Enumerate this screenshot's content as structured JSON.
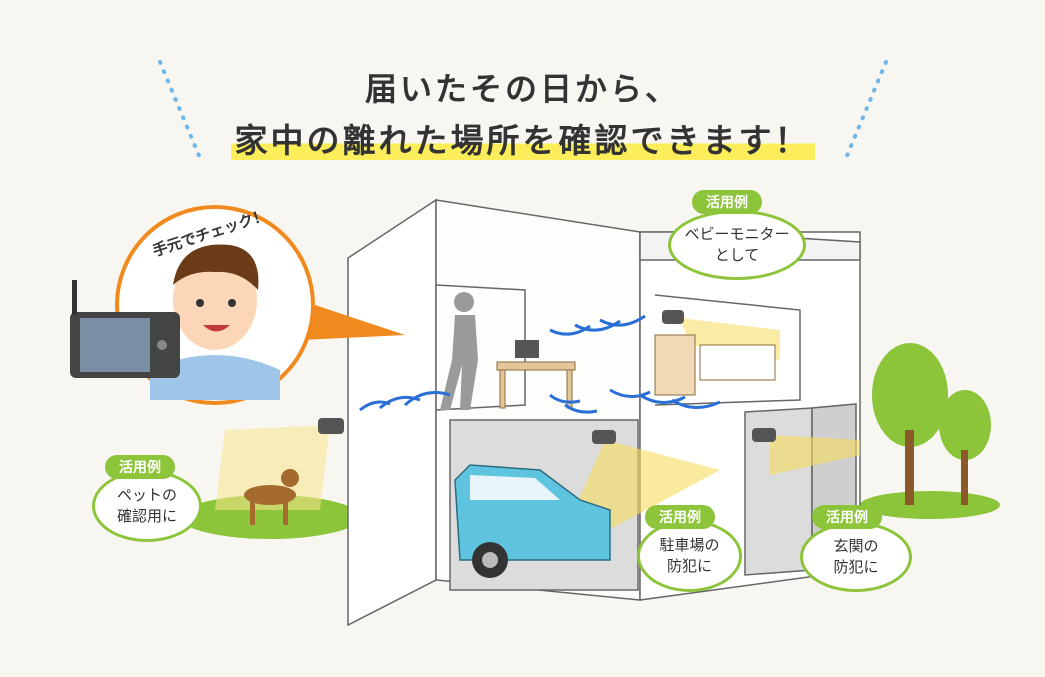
{
  "heading": {
    "line1": "届いたその日から、",
    "line2": "家中の離れた場所を確認できます！"
  },
  "monitor_bubble": {
    "label": "手元でチェック！"
  },
  "use_cases": [
    {
      "tag": "活用例",
      "line1": "ベビーモニター",
      "line2": "として"
    },
    {
      "tag": "活用例",
      "line1": "ペットの",
      "line2": "確認用に"
    },
    {
      "tag": "活用例",
      "line1": "駐車場の",
      "line2": "防犯に"
    },
    {
      "tag": "活用例",
      "line1": "玄関の",
      "line2": "防犯に"
    }
  ],
  "colors": {
    "accent_green": "#8cc43a",
    "accent_orange": "#f08a1e",
    "highlight_yellow": "#fbee5a",
    "wave_blue": "#2a6fd6"
  }
}
